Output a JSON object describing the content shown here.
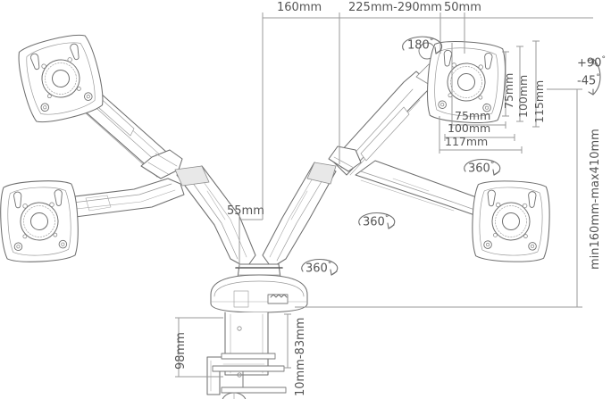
{
  "diagram": {
    "title": "Dual monitor gas-spring desk mount dimensional drawing",
    "line_color": "#6b6b6b",
    "text_color": "#555555",
    "thin_color": "#9a9a9a"
  },
  "dimensions": {
    "top": [
      {
        "id": "reach-inner",
        "label": "160mm"
      },
      {
        "id": "reach-outer",
        "label": "225mm-290mm"
      },
      {
        "id": "head-offset",
        "label": "50mm"
      }
    ],
    "center": [
      {
        "id": "column-offset",
        "label": "55mm"
      }
    ],
    "vesa_horizontal": [
      {
        "id": "vesa-h-75",
        "label": "75mm"
      },
      {
        "id": "vesa-h-100",
        "label": "100mm"
      },
      {
        "id": "plate-width-117",
        "label": "117mm"
      }
    ],
    "vesa_vertical": [
      {
        "id": "vesa-v-75",
        "label": "75mm"
      },
      {
        "id": "vesa-v-100",
        "label": "100mm"
      },
      {
        "id": "plate-height-115",
        "label": "115mm"
      }
    ],
    "height_range": {
      "id": "height-range",
      "label": "min160mm-max410mm"
    },
    "clamp": [
      {
        "id": "clamp-depth-98",
        "label": "98mm"
      },
      {
        "id": "desk-thickness",
        "label": "10mm-83mm"
      }
    ]
  },
  "rotation_labels": [
    {
      "id": "tilt-plus",
      "label": "+90",
      "unit": "°"
    },
    {
      "id": "tilt-minus",
      "label": "-45",
      "unit": "°"
    },
    {
      "id": "swivel-head",
      "label": "180",
      "unit": "°"
    },
    {
      "id": "rotate-plate-right",
      "label": "360",
      "unit": "°"
    },
    {
      "id": "rotate-elbow",
      "label": "360",
      "unit": "°"
    },
    {
      "id": "rotate-base",
      "label": "360",
      "unit": "°"
    }
  ]
}
